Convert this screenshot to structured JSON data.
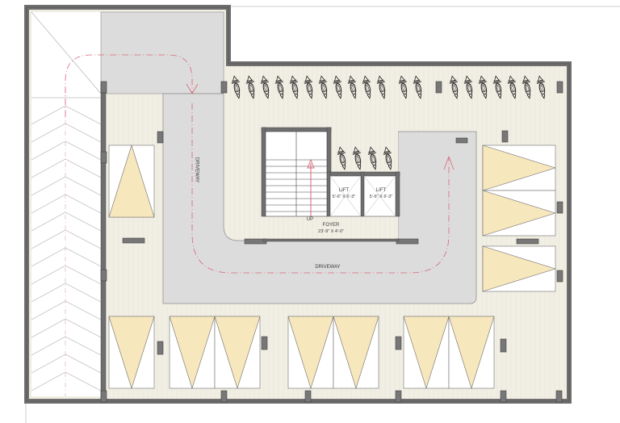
{
  "plan": {
    "type": "basement parking floor plan",
    "colors": {
      "wall": "#6f6f6f",
      "wall_edge": "#4a4a4a",
      "floor": "#f1eee4",
      "driveway": "#dcdcdc",
      "car_bay_fill": "#f7e7bd",
      "bay_bg": "#ffffff",
      "path_arrow": "#d9667a",
      "ramp_lines": "#bdbdbd"
    },
    "labels": {
      "driveway_vertical": "DRIVEWAY",
      "driveway_horizontal": "DRIVEWAY",
      "stair_direction": "UP",
      "foyer_name": "FOYER",
      "foyer_size": "23'-9\" X 4'-0\"",
      "lift1_name": "LIFT",
      "lift1_size": "5'-6\" X 6'-3\"",
      "lift2_name": "LIFT",
      "lift2_size": "5'-6\" X 6'-3\""
    },
    "counts": {
      "two_wheeler_spaces_top_row": 20,
      "two_wheeler_spaces_near_core": 4,
      "car_bays_left": 1,
      "car_bays_right": 3,
      "car_bays_bottom": 7,
      "lifts": 2
    },
    "zones": [
      {
        "name": "ramp",
        "pattern": "chevron"
      },
      {
        "name": "driveway",
        "shape": "U-shaped loop"
      },
      {
        "name": "core",
        "contains": [
          "staircase",
          "2 lifts",
          "foyer"
        ]
      }
    ]
  }
}
